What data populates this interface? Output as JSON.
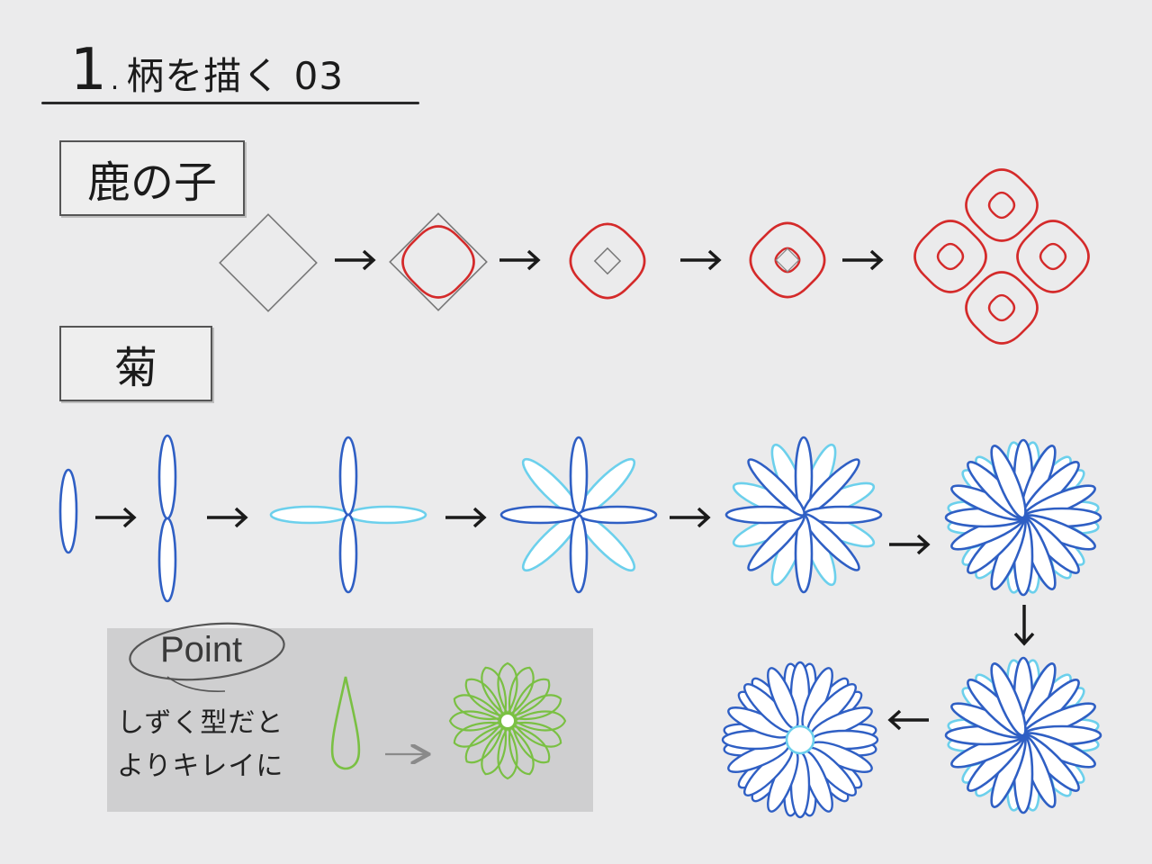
{
  "title": {
    "number": "1",
    "dot": ".",
    "text": "柄を描く 03"
  },
  "sections": {
    "kanoko": {
      "label": "鹿の子"
    },
    "kiku": {
      "label": "菊"
    }
  },
  "point": {
    "label": "Point",
    "line1": "しずく型だと",
    "line2": "よりキレイに"
  },
  "colors": {
    "red": "#d42a2a",
    "dark_blue": "#2f5fc4",
    "light_blue": "#6cd0ec",
    "green": "#7ac043",
    "gray": "#777777",
    "arrow": "#1a1a1a"
  },
  "icons": [
    "arrow-right-icon",
    "arrow-down-icon",
    "arrow-left-icon"
  ]
}
